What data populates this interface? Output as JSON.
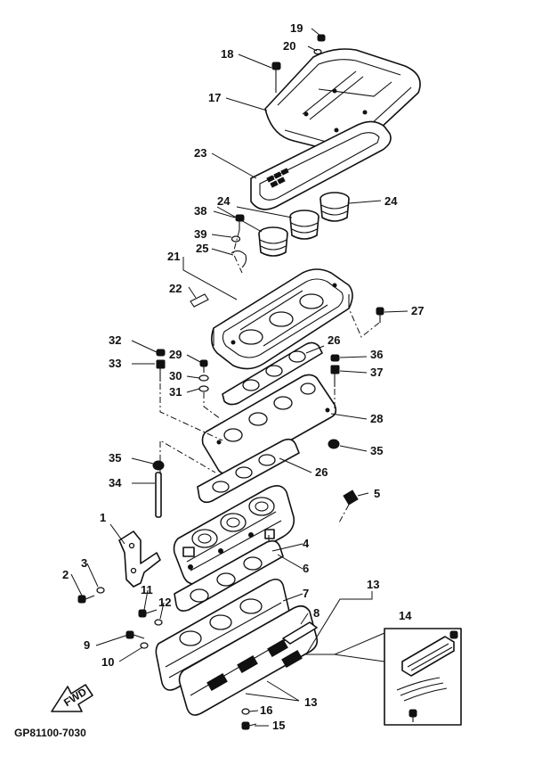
{
  "diagram": {
    "code": "GP81100-7030",
    "fwd_label": "FWD",
    "callouts": {
      "c1": "1",
      "c2": "2",
      "c3": "3",
      "c4": "4",
      "c5": "5",
      "c6": "6",
      "c7": "7",
      "c8": "8",
      "c9": "9",
      "c10": "10",
      "c11": "11",
      "c12": "12",
      "c13a": "13",
      "c13b": "13",
      "c14": "14",
      "c15": "15",
      "c16": "16",
      "c17": "17",
      "c18": "18",
      "c19": "19",
      "c20": "20",
      "c21": "21",
      "c22": "22",
      "c23": "23",
      "c24a": "24",
      "c24b": "24",
      "c25": "25",
      "c26a": "26",
      "c26b": "26",
      "c27": "27",
      "c28": "28",
      "c29": "29",
      "c30": "30",
      "c31": "31",
      "c32": "32",
      "c33": "33",
      "c34": "34",
      "c35a": "35",
      "c35b": "35",
      "c36": "36",
      "c37": "37",
      "c38": "38",
      "c39": "39"
    }
  }
}
